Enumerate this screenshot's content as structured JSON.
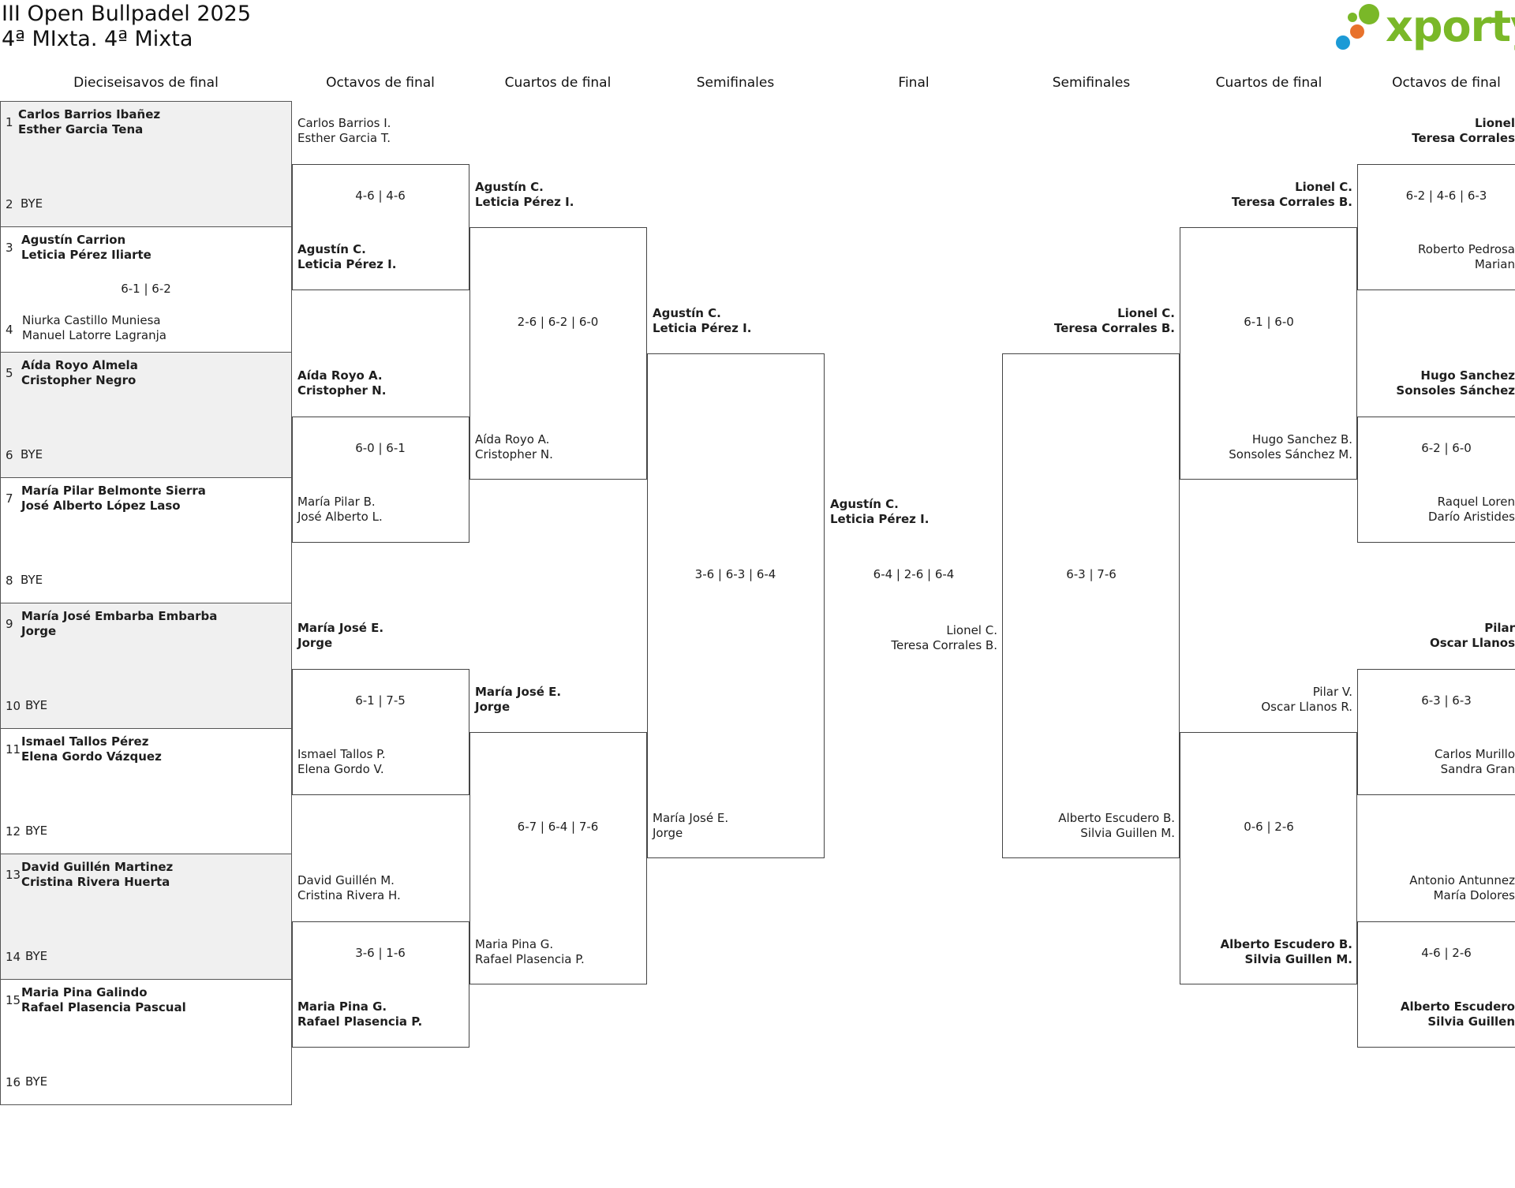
{
  "header": {
    "title": "III Open Bullpadel 2025",
    "subtitle": "4ª MIxta. 4ª Mixta",
    "logo_text": "xporty"
  },
  "colors": {
    "logo_green": "#7ab828",
    "dot_green": "#7ab828",
    "dot_orange": "#e8722c",
    "dot_blue": "#1c9ad6",
    "seed_shade": "#f0f0f0"
  },
  "rounds": [
    "Dieciseisavos de final",
    "Octavos de final",
    "Cuartos de final",
    "Semifinales",
    "Final",
    "Semifinales",
    "Cuartos de final",
    "Octavos de final"
  ],
  "seeds": [
    {
      "num": "1",
      "p1": "Carlos Barrios Ibañez",
      "p2": "Esther Garcia Tena"
    },
    {
      "num": "2",
      "p1": "BYE"
    },
    {
      "num": "3",
      "p1": "Agustín Carrion",
      "p2": "Leticia Pérez Iliarte"
    },
    {
      "num": "4",
      "p1": "Niurka Castillo Muniesa",
      "p2": "Manuel Latorre Lagranja"
    },
    {
      "num": "5",
      "p1": "Aída Royo Almela",
      "p2": "Cristopher Negro"
    },
    {
      "num": "6",
      "p1": "BYE"
    },
    {
      "num": "7",
      "p1": "María Pilar Belmonte Sierra",
      "p2": "José Alberto López Laso"
    },
    {
      "num": "8",
      "p1": "BYE"
    },
    {
      "num": "9",
      "p1": "María José Embarba Embarba",
      "p2": "Jorge"
    },
    {
      "num": "10",
      "p1": "BYE"
    },
    {
      "num": "11",
      "p1": "Ismael Tallos Pérez",
      "p2": "Elena Gordo Vázquez"
    },
    {
      "num": "12",
      "p1": "BYE"
    },
    {
      "num": "13",
      "p1": "David Guillén Martinez",
      "p2": "Cristina Rivera Huerta"
    },
    {
      "num": "14",
      "p1": "BYE"
    },
    {
      "num": "15",
      "p1": "Maria Pina Galindo",
      "p2": "Rafael Plasencia Pascual"
    },
    {
      "num": "16",
      "p1": "BYE"
    }
  ],
  "r32_scores": [
    "6-1 | 6-2"
  ],
  "left": {
    "r16": [
      {
        "p1": "Carlos Barrios I.",
        "p2": "Esther Garcia T."
      },
      {
        "p1": "Agustín C.",
        "p2": "Leticia Pérez I."
      },
      {
        "p1": "Aída Royo A.",
        "p2": "Cristopher N."
      },
      {
        "p1": "María Pilar B.",
        "p2": "José Alberto L."
      },
      {
        "p1": "María José E.",
        "p2": "Jorge"
      },
      {
        "p1": "Ismael Tallos P.",
        "p2": "Elena Gordo V."
      },
      {
        "p1": "David Guillén M.",
        "p2": "Cristina Rivera H."
      },
      {
        "p1": "Maria Pina G.",
        "p2": "Rafael Plasencia P."
      }
    ],
    "r16_scores": [
      "4-6 | 4-6",
      "6-0 | 6-1",
      "6-1 | 7-5",
      "3-6 | 1-6"
    ],
    "qf": [
      {
        "p1": "Agustín C.",
        "p2": "Leticia Pérez I."
      },
      {
        "p1": "Aída Royo A.",
        "p2": "Cristopher N."
      },
      {
        "p1": "María José E.",
        "p2": "Jorge"
      },
      {
        "p1": "Maria Pina G.",
        "p2": "Rafael Plasencia P."
      }
    ],
    "qf_scores": [
      "2-6 | 6-2 | 6-0",
      "6-7 | 6-4 | 7-6"
    ],
    "sf": [
      {
        "p1": "Agustín C.",
        "p2": "Leticia Pérez I."
      },
      {
        "p1": "María José E.",
        "p2": "Jorge"
      }
    ],
    "sf_score": "3-6 | 6-3 | 6-4"
  },
  "final": {
    "left": {
      "p1": "Agustín C.",
      "p2": "Leticia Pérez I."
    },
    "right": {
      "p1": "Lionel C.",
      "p2": "Teresa Corrales B."
    },
    "score": "6-4 | 2-6 | 6-4"
  },
  "right": {
    "sf": [
      {
        "p1": "Lionel C.",
        "p2": "Teresa Corrales B."
      },
      {
        "p1": "Alberto Escudero B.",
        "p2": "Silvia Guillen M."
      }
    ],
    "sf_score": "6-3 | 7-6",
    "qf": [
      {
        "p1": "Lionel C.",
        "p2": "Teresa Corrales B."
      },
      {
        "p1": "Hugo Sanchez B.",
        "p2": "Sonsoles Sánchez M."
      },
      {
        "p1": "Pilar V.",
        "p2": "Oscar Llanos R."
      },
      {
        "p1": "Alberto Escudero B.",
        "p2": "Silvia Guillen M."
      }
    ],
    "qf_scores": [
      "6-1 | 6-0",
      "0-6 | 2-6"
    ],
    "r16": [
      {
        "p1": "Lionel",
        "p2": "Teresa Corrales"
      },
      {
        "p1": "Roberto Pedrosa",
        "p2": "Marian"
      },
      {
        "p1": "Hugo Sanchez",
        "p2": "Sonsoles Sánchez"
      },
      {
        "p1": "Raquel Loren",
        "p2": "Darío Aristides"
      },
      {
        "p1": "Pilar",
        "p2": "Oscar Llanos"
      },
      {
        "p1": "Carlos Murillo",
        "p2": "Sandra Gran"
      },
      {
        "p1": "Antonio Antunnez",
        "p2": "María Dolores"
      },
      {
        "p1": "Alberto Escudero",
        "p2": "Silvia Guillen"
      }
    ],
    "r16_scores": [
      "6-2 | 4-6 | 6-3",
      "6-2 | 6-0",
      "6-3 | 6-3",
      "4-6 | 2-6"
    ]
  }
}
